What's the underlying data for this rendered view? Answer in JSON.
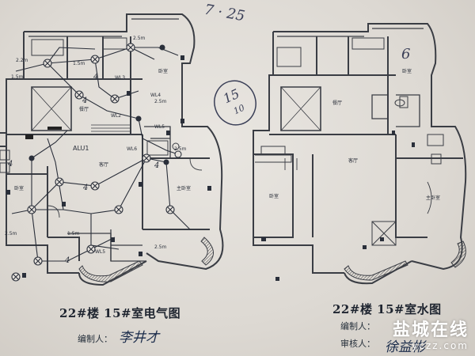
{
  "titles": {
    "electric": "22#楼 15#室电气图",
    "water": "22#楼 15#室水图"
  },
  "meta": {
    "editor_label": "编制人：",
    "reviewer_label": "审核人：",
    "editor_name_left": "李井才",
    "editor_name_right": "徐益彬"
  },
  "annotations": {
    "corner_scribble": "7 · 25",
    "circled_mark": "15",
    "circled_sub": "10",
    "number_six": "6"
  },
  "plan_labels": {
    "alu1": "ALU1",
    "dim_25m": "2.5m",
    "dim_15m": "1.5m",
    "dim_22m": "2.2m",
    "wl2": "WL2",
    "wl3": "WL3",
    "wl4": "WL4",
    "wl5": "WL5",
    "wl6": "WL6",
    "circuit_4": "4",
    "room_bedroom": "卧室",
    "room_master": "主卧室",
    "room_living": "客厅",
    "room_dining": "餐厅"
  },
  "watermark": {
    "brand": "盐城在线",
    "url": "yczz.com"
  },
  "colors": {
    "ink": "#2a2f3a",
    "plan_line": "#3a3d44",
    "watermark": "#ffffff"
  }
}
